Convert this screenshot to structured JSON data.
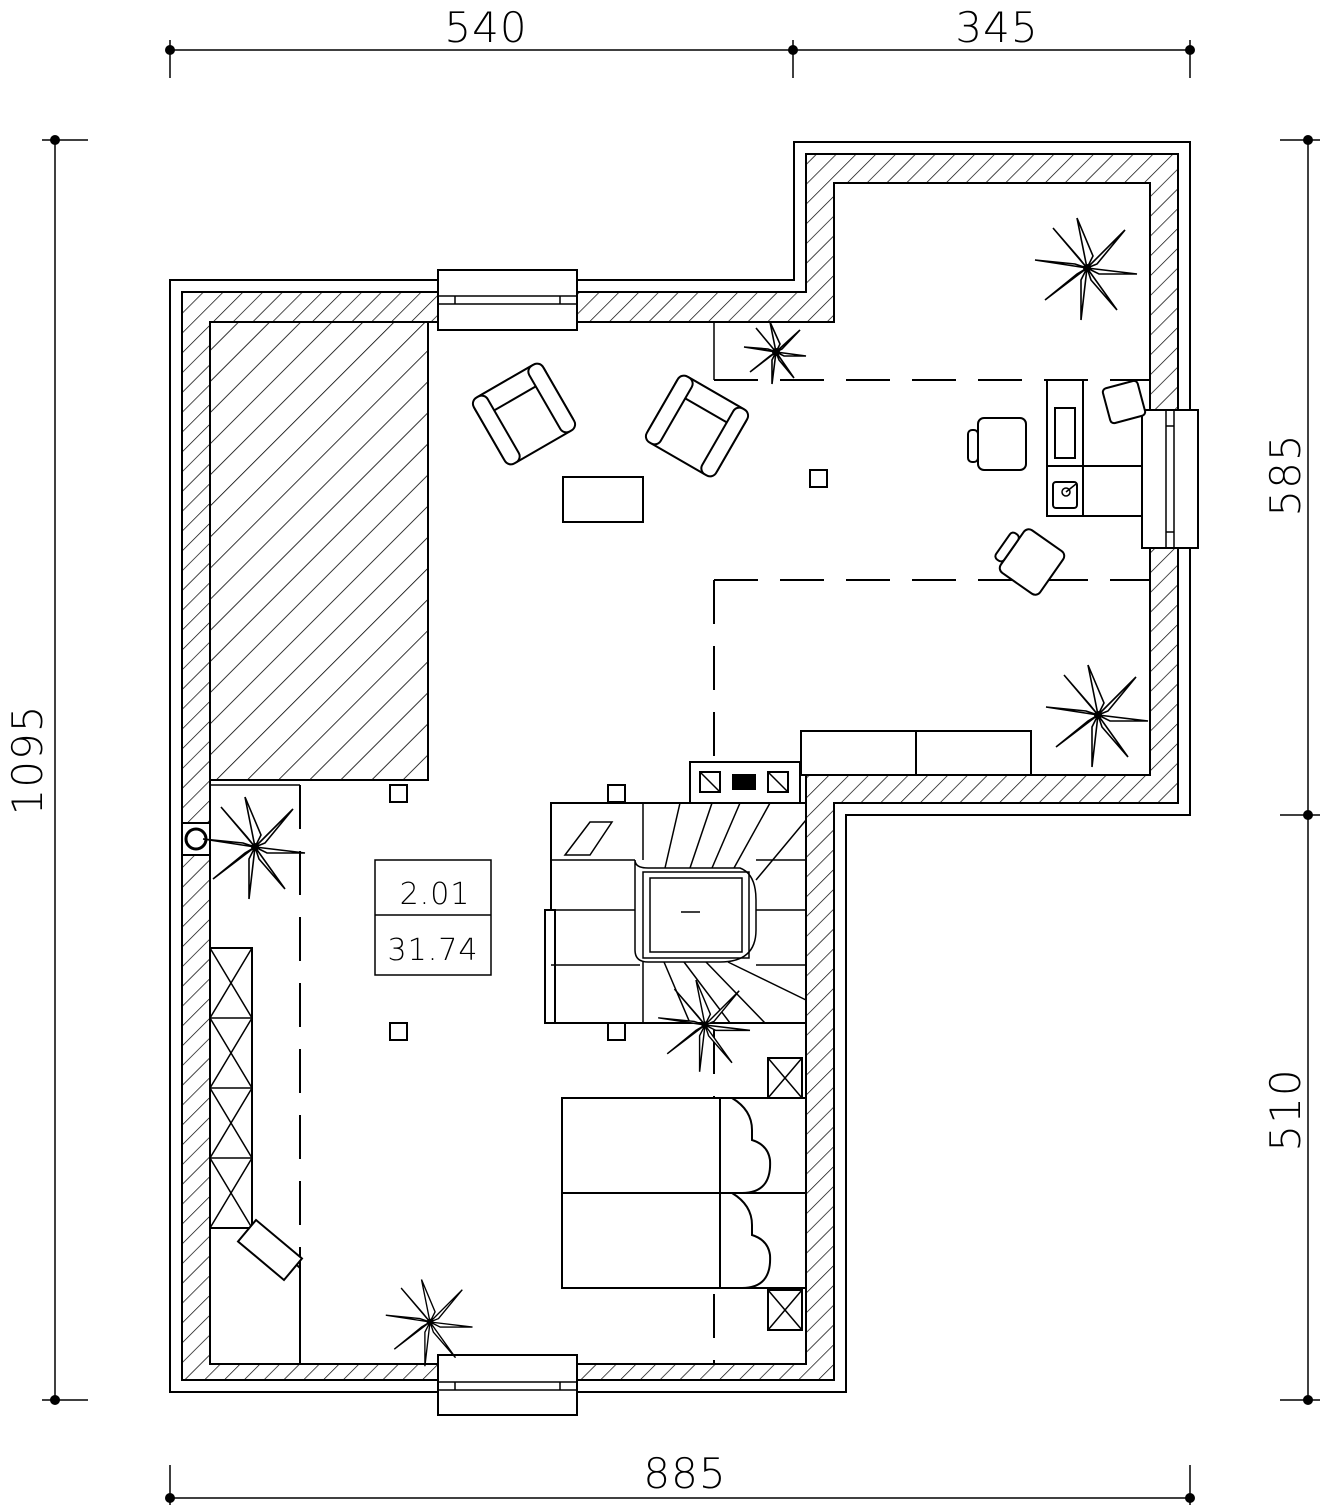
{
  "drawing": {
    "dimensions": {
      "top_left": "540",
      "top_right": "345",
      "bottom": "885",
      "left": "1095",
      "right_upper": "585",
      "right_lower": "510"
    },
    "room": {
      "number": "2.01",
      "area": "31.74"
    },
    "colors": {
      "line": "#000000",
      "background": "#ffffff"
    }
  }
}
